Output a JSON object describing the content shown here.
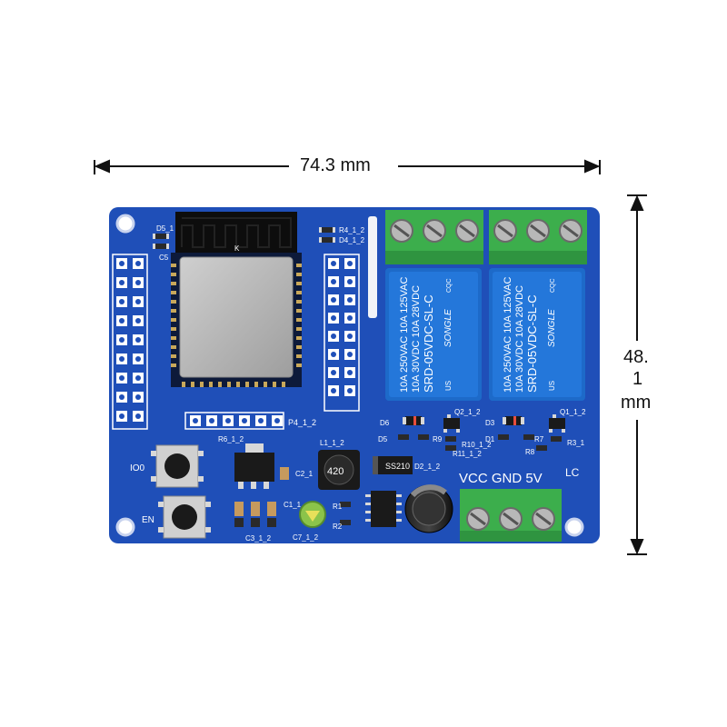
{
  "dimensions": {
    "width_label": "74.3 mm",
    "height_label_line1": "48.",
    "height_label_line2": "1",
    "height_label_line3": "mm"
  },
  "board": {
    "module_mark": "K",
    "labels": {
      "d5": "D5_1",
      "c5": "C5",
      "r4": "R4_1_2",
      "d4": "D4_1_2",
      "p4": "P4_1_2",
      "r6": "R6_1_2",
      "l1": "L1_1_2",
      "inductor": "420",
      "diode_chip": "SS210",
      "d2": "D2_1_2",
      "c2": "C2_1",
      "c1": "C1_1",
      "c3": "C3_1_2",
      "c7": "C7_1_2",
      "r1": "R1",
      "r2": "R2",
      "button_io0": "IO0",
      "button_en": "EN",
      "d6": "D6",
      "d5b": "D5",
      "r9": "R9",
      "q2": "Q2_1_2",
      "r10": "R10_1_2",
      "r11": "R11_1_2",
      "d3": "D3",
      "d1": "D1",
      "q1": "Q1_1_2",
      "r7": "R7",
      "r3": "R3_1",
      "r8": "R8",
      "power": "VCC GND 5V",
      "lc": "LC"
    },
    "relays": [
      {
        "lines": [
          "10A 250VAC  10A 125VAC",
          "10A 30VDC   10A 28VDC",
          "SRD-05VDC-SL-C"
        ],
        "brand": "SONGLE",
        "cqc": "CQC",
        "us": "US"
      },
      {
        "lines": [
          "10A 250VAC  10A 125VAC",
          "10A 30VDC   10A 28VDC",
          "SRD-05VDC-SL-C"
        ],
        "brand": "SONGLE",
        "cqc": "CQC",
        "us": "US"
      }
    ]
  },
  "colors": {
    "pcb": "#1f4fb8",
    "terminal": "#3cae4c",
    "relay": "#1d6ac9",
    "module": "#b9b9b9"
  }
}
